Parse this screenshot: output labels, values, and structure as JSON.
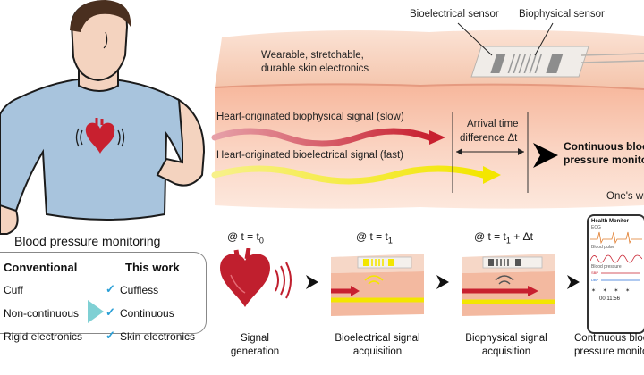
{
  "skin": {
    "title_line1": "Wearable, stretchable,",
    "title_line2": "durable skin electronics",
    "sensor_bioelectrical": "Bioelectrical sensor",
    "sensor_biophysical": "Biophysical sensor"
  },
  "signals": {
    "biophysical": "Heart-originated biophysical signal (slow)",
    "bioelectrical": "Heart-originated bioelectrical signal (fast)",
    "arrival_line1": "Arrival time",
    "arrival_line2": "difference Δt",
    "result_line1": "Continuous blood",
    "result_line2": "pressure monitoring",
    "ones_wrist": "One's wrist"
  },
  "left": {
    "title": "Blood pressure monitoring",
    "conventional_header": "Conventional",
    "thiswork_header": "This work",
    "rows": [
      {
        "conventional": "Cuff",
        "thiswork": "Cuffless"
      },
      {
        "conventional": "Non-continuous",
        "thiswork": "Continuous"
      },
      {
        "conventional": "Rigid electronics",
        "thiswork": "Skin electronics"
      }
    ]
  },
  "steps": [
    {
      "time_prefix": "@ t = t",
      "time_sub": "0",
      "time_suffix": "",
      "cap1": "Signal",
      "cap2": "generation"
    },
    {
      "time_prefix": "@ t = t",
      "time_sub": "1",
      "time_suffix": "",
      "cap1": "Bioelectrical signal",
      "cap2": "acquisition"
    },
    {
      "time_prefix": "@ t = t",
      "time_sub": "1",
      "time_suffix": "+ Δt",
      "cap1": "Biophysical signal",
      "cap2": "acquisition"
    },
    {
      "time_prefix": "",
      "time_sub": "",
      "time_suffix": "",
      "cap1": "Continuous blood",
      "cap2": "pressure monitoring"
    }
  ],
  "phone": {
    "app_title": "Health Monitor",
    "ecg": "ECG",
    "pulse": "Blood pulse",
    "bp": "Blood pressure",
    "sbp": "SBP",
    "dbp": "DBP",
    "time": "00:11:56"
  },
  "colors": {
    "skin": "#f6c9b3",
    "skin_dark": "#eba88d",
    "red_signal": "#c8202f",
    "yellow_signal": "#f3e600",
    "shirt": "#a8c4dd",
    "check": "#2a9fd6"
  }
}
